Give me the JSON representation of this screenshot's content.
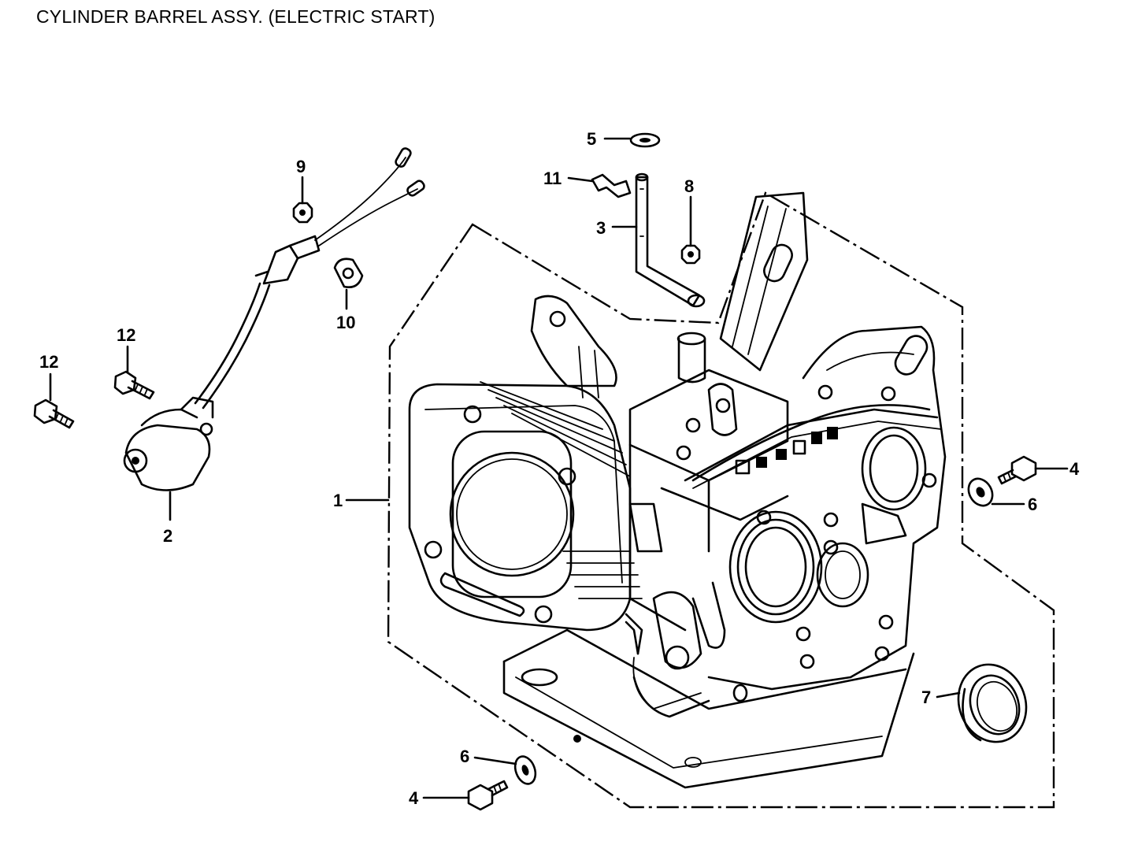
{
  "title": "CYLINDER BARREL ASSY. (ELECTRIC START)",
  "callouts": [
    {
      "id": "c1",
      "label": "1"
    },
    {
      "id": "c2",
      "label": "2"
    },
    {
      "id": "c3",
      "label": "3"
    },
    {
      "id": "c4a",
      "label": "4"
    },
    {
      "id": "c4b",
      "label": "4"
    },
    {
      "id": "c5",
      "label": "5"
    },
    {
      "id": "c6a",
      "label": "6"
    },
    {
      "id": "c6b",
      "label": "6"
    },
    {
      "id": "c7",
      "label": "7"
    },
    {
      "id": "c8",
      "label": "8"
    },
    {
      "id": "c9",
      "label": "9"
    },
    {
      "id": "c10",
      "label": "10"
    },
    {
      "id": "c11",
      "label": "11"
    },
    {
      "id": "c12a",
      "label": "12"
    },
    {
      "id": "c12b",
      "label": "12"
    }
  ]
}
